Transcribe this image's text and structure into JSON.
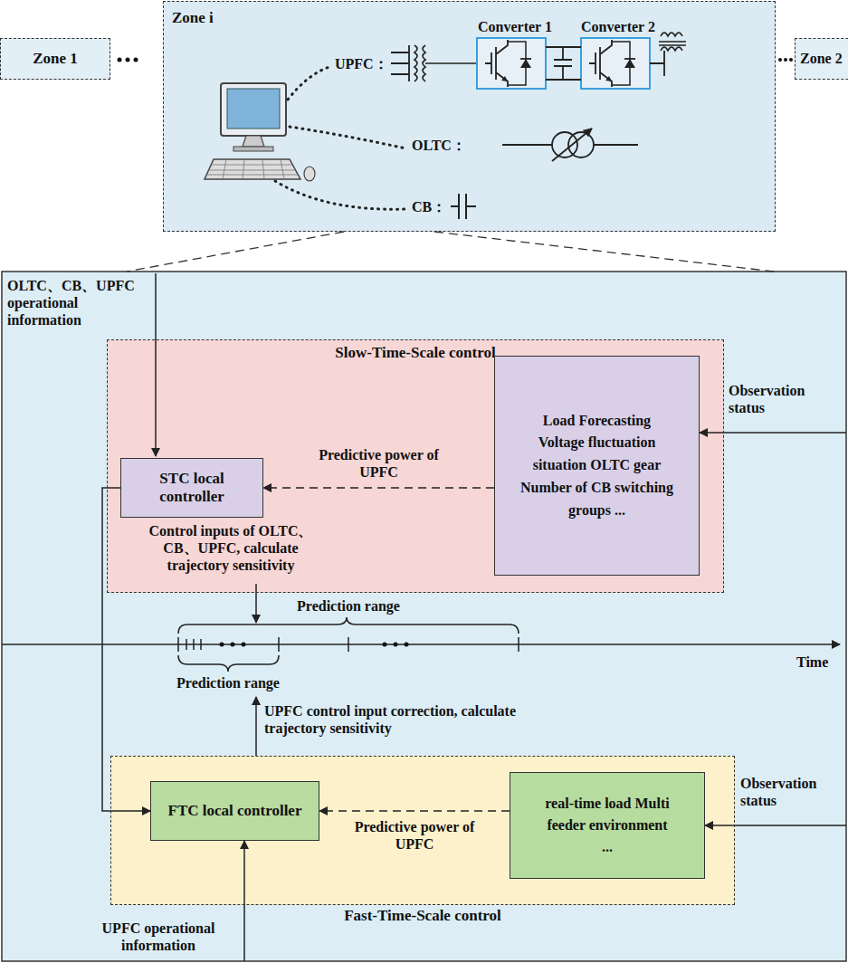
{
  "diagram": {
    "nodes": [
      {
        "text": [
          "Zone 1"
        ]
      },
      {
        "text": [
          "Zone i"
        ]
      },
      {
        "text": [
          "Zone 2"
        ]
      },
      {
        "text": [
          "Slow-Time-Scale control"
        ]
      },
      {
        "text": [
          "STC local controller"
        ],
        "in": 3
      },
      {
        "text": [
          "Load Forecasting Voltage fluctuation situation OLTC gear Number of CB switching groups ..."
        ],
        "in": 3
      },
      {
        "text": [
          "Fast-Time-Scale control"
        ]
      },
      {
        "text": [
          "FTC local controller"
        ],
        "in": 6
      },
      {
        "text": [
          "real-time load Multi feeder environment ..."
        ],
        "in": 6
      }
    ],
    "edges": [
      {
        "from": 5,
        "to": 4,
        "arrow": "to",
        "label": "Predictive power of UPFC"
      },
      {
        "from": 8,
        "to": 7,
        "arrow": "to",
        "label": "Predictive power of UPFC"
      },
      {
        "from": 4,
        "to": 7,
        "arrow": "to"
      }
    ],
    "labels": [
      "UPFC：",
      "Converter 1",
      "Converter 2",
      "OLTC：",
      "CB：",
      "OLTC、CB、UPFC operational information",
      "Observation status",
      "Control inputs of OLTC、 CB、UPFC, calculate trajectory sensitivity",
      "Prediction range",
      "Time",
      "Prediction range",
      "UPFC control input correction, calculate trajectory sensitivity",
      "Observation status",
      "UPFC operational information"
    ]
  }
}
